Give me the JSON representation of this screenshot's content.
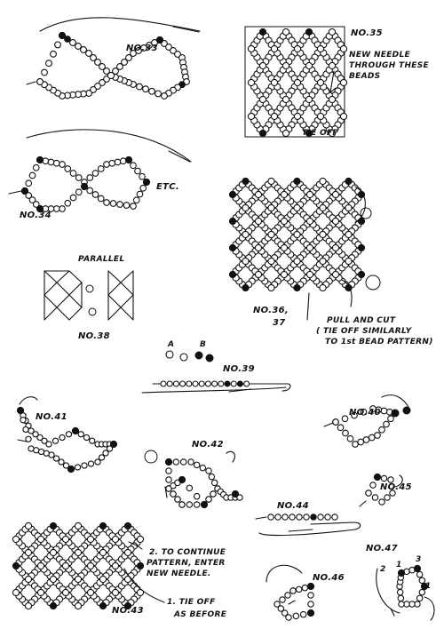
{
  "labels": {
    "no33": "NO.33",
    "no34": "NO.34",
    "no35": "NO.35",
    "no36_37": "NO.36,",
    "no36_37b": "37",
    "no38": "NO.38",
    "no39": "NO.39",
    "no40": "NO.40",
    "no41": "NO.41",
    "no42": "NO.42",
    "no43": "NO.43",
    "no44": "NO.44",
    "no45": "NO.45",
    "no46": "NO.46",
    "no47": "NO.47",
    "etc": "ETC.",
    "parallel": "PARALLEL",
    "new_needle_1": "NEW NEEDLE",
    "new_needle_2": "THROUGH THESE",
    "new_needle_3": "BEADS",
    "tie_off": "TIE OFF",
    "pull_cut_1": "PULL AND CUT",
    "pull_cut_2": "( TIE OFF SIMILARLY",
    "pull_cut_3": "TO 1st BEAD PATTERN)",
    "bead_a": "A",
    "bead_b": "B",
    "continue_1": "2. TO CONTINUE",
    "continue_2": "PATTERN, ENTER",
    "continue_3": "NEW NEEDLE.",
    "tie_before_1": "1. TIE OFF",
    "tie_before_2": "AS BEFORE",
    "n47_2": "2",
    "n47_1a": "1",
    "n47_3": "3",
    "n47_1b": "1"
  }
}
